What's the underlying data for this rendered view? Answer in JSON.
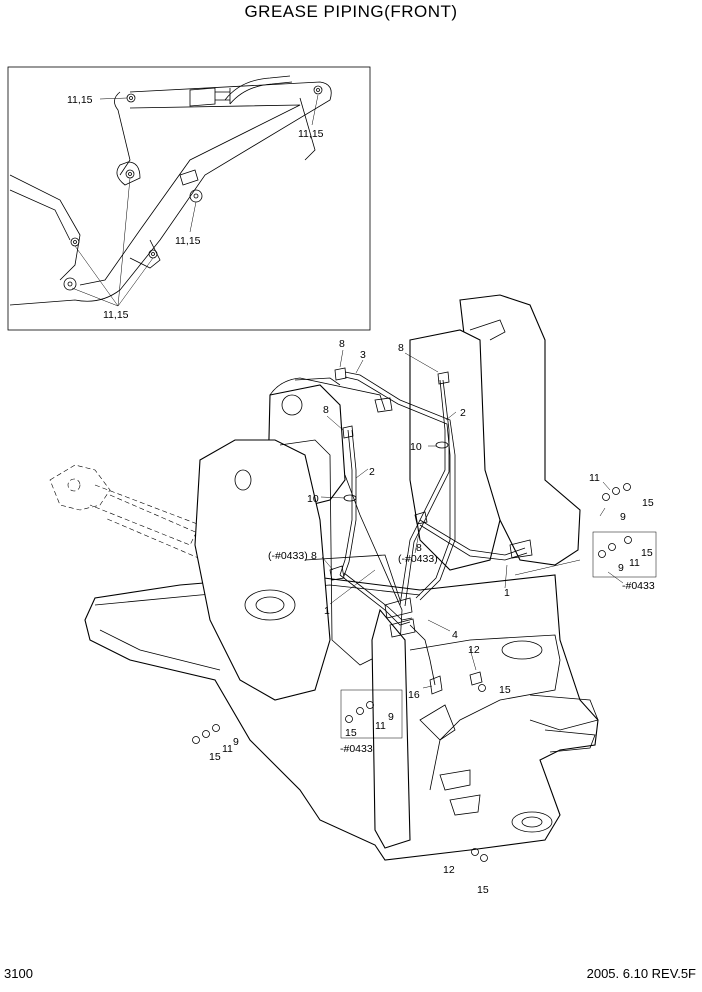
{
  "title": "GREASE PIPING(FRONT)",
  "page_number": "3100",
  "revision": "2005. 6.10  REV.5F",
  "inset_labels": [
    "11,15",
    "11,15",
    "11,15",
    "11,15"
  ],
  "callouts": {
    "c8a": "8",
    "c3": "3",
    "c8b": "8",
    "c2a": "2",
    "c8c": "8",
    "c10a": "10",
    "c2b": "2",
    "c10b": "10",
    "c11a": "11",
    "c15a": "15",
    "c9a": "9",
    "c0433a": "(-#0433)",
    "c8d": "8",
    "c8e": "8",
    "c0433b": "(-#0433)",
    "c9b": "9",
    "c11b": "11",
    "c15b": "15",
    "cn0433a": "-#0433",
    "c1a": "1",
    "c1b": "1",
    "c4": "4",
    "c12a": "12",
    "c15c": "15",
    "c16": "16",
    "c9c": "9",
    "c15d": "15",
    "c11c": "11",
    "cn0433b": "-#0433",
    "c11d": "11",
    "c9d": "9",
    "c15e": "15",
    "c12b": "12",
    "c15f": "15"
  }
}
